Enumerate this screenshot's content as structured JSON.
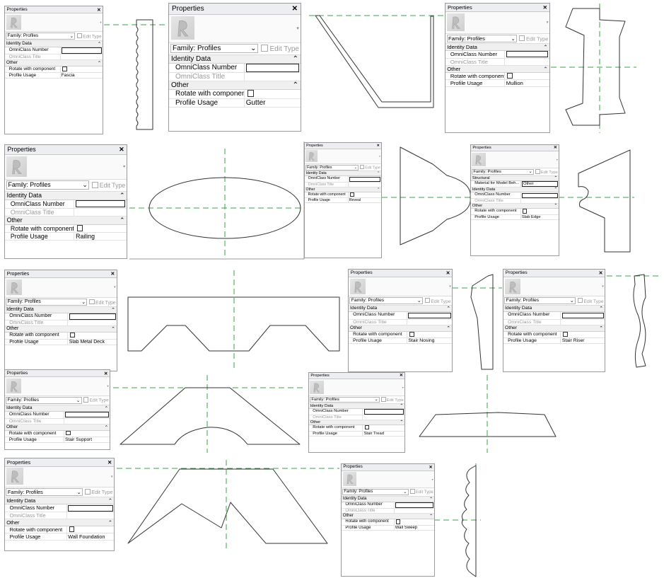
{
  "common": {
    "title": "Properties",
    "close": "✕",
    "family": "Family: Profiles",
    "edit_type": "Edit Type",
    "identity": "Identity Data",
    "other": "Other",
    "structural": "Structural",
    "omni_number": "OmniClass Number",
    "omni_title": "OmniClass Title",
    "rotate": "Rotate with component",
    "usage": "Profile Usage",
    "material": "Material for Model Beh...",
    "material_value": "Other",
    "collapse": "⌃",
    "dropdown": "▾",
    "chevron": "⌄"
  },
  "panels": [
    {
      "id": "fascia",
      "usage": "Fascia"
    },
    {
      "id": "gutter",
      "usage": "Gutter"
    },
    {
      "id": "mullion",
      "usage": "Mullion"
    },
    {
      "id": "railing",
      "usage": "Railing"
    },
    {
      "id": "reveal",
      "usage": "Reveal"
    },
    {
      "id": "slab-edge",
      "usage": "Slab Edge"
    },
    {
      "id": "slab-metal-deck",
      "usage": "Slab Metal Deck"
    },
    {
      "id": "stair-nosing",
      "usage": "Stair Nosing"
    },
    {
      "id": "stair-riser",
      "usage": "Stair Riser"
    },
    {
      "id": "stair-support",
      "usage": "Stair Support"
    },
    {
      "id": "stair-tread",
      "usage": "Stair Tread"
    },
    {
      "id": "wall-foundation",
      "usage": "Wall Foundation"
    },
    {
      "id": "wall-sweep",
      "usage": "Wall Sweep"
    }
  ],
  "colors": {
    "guide": "#3aa34a",
    "outline": "#333333"
  }
}
